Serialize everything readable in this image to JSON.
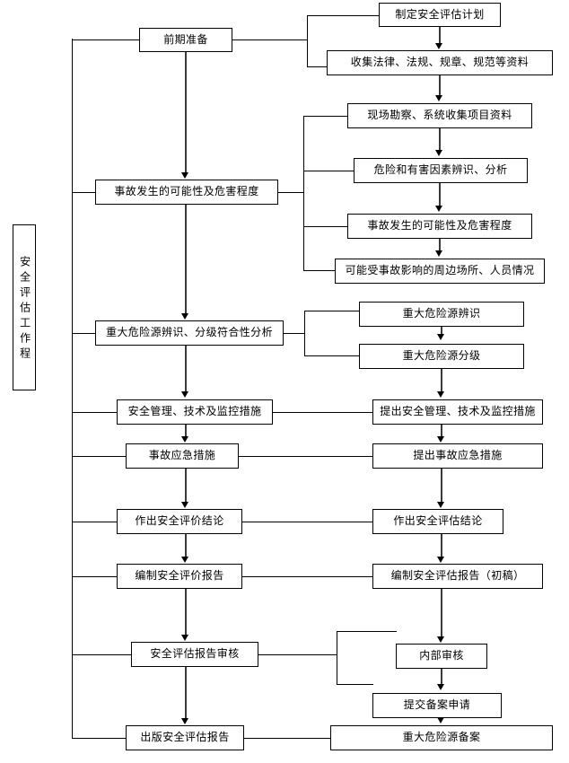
{
  "diagram": {
    "title_box": {
      "label": "安全评估工作程"
    },
    "left_column": [
      {
        "id": "prep",
        "label": "前期准备"
      },
      {
        "id": "likelihood",
        "label": "事故发生的可能性及危害程度"
      },
      {
        "id": "major-hazard",
        "label": "重大危险源辨识、分级符合性分析"
      },
      {
        "id": "measures",
        "label": "安全管理、技术及监控措施"
      },
      {
        "id": "emergency",
        "label": "事故应急措施"
      },
      {
        "id": "conclusion",
        "label": "作出安全评价结论"
      },
      {
        "id": "report",
        "label": "编制安全评价报告"
      },
      {
        "id": "review",
        "label": "安全评估报告审核"
      },
      {
        "id": "publish",
        "label": "出版安全评估报告"
      }
    ],
    "right_column": [
      {
        "id": "plan",
        "label": "制定安全评估计划"
      },
      {
        "id": "collect-laws",
        "label": "收集法律、法规、规章、规范等资料"
      },
      {
        "id": "site-survey",
        "label": "现场勘察、系统收集项目资料"
      },
      {
        "id": "hazard-analysis",
        "label": "危险和有害因素辨识、分析"
      },
      {
        "id": "accident-level",
        "label": "事故发生的可能性及危害程度"
      },
      {
        "id": "surroundings",
        "label": "可能受事故影响的周边场所、人员情况"
      },
      {
        "id": "hazard-id",
        "label": "重大危险源辨识"
      },
      {
        "id": "hazard-grade",
        "label": "重大危险源分级"
      },
      {
        "id": "propose-measures",
        "label": "提出安全管理、技术及监控措施"
      },
      {
        "id": "propose-emerg",
        "label": "提出事故应急措施"
      },
      {
        "id": "assess-concl",
        "label": "作出安全评估结论"
      },
      {
        "id": "draft-report",
        "label": "编制安全评估报告（初稿）"
      },
      {
        "id": "internal-review",
        "label": "内部审核"
      },
      {
        "id": "submit-filing",
        "label": "提交备案申请"
      },
      {
        "id": "hazard-filing",
        "label": "重大危险源备案"
      }
    ],
    "colors": {
      "stroke": "#000000",
      "connector": "#3a3a3a",
      "background": "#ffffff"
    }
  }
}
